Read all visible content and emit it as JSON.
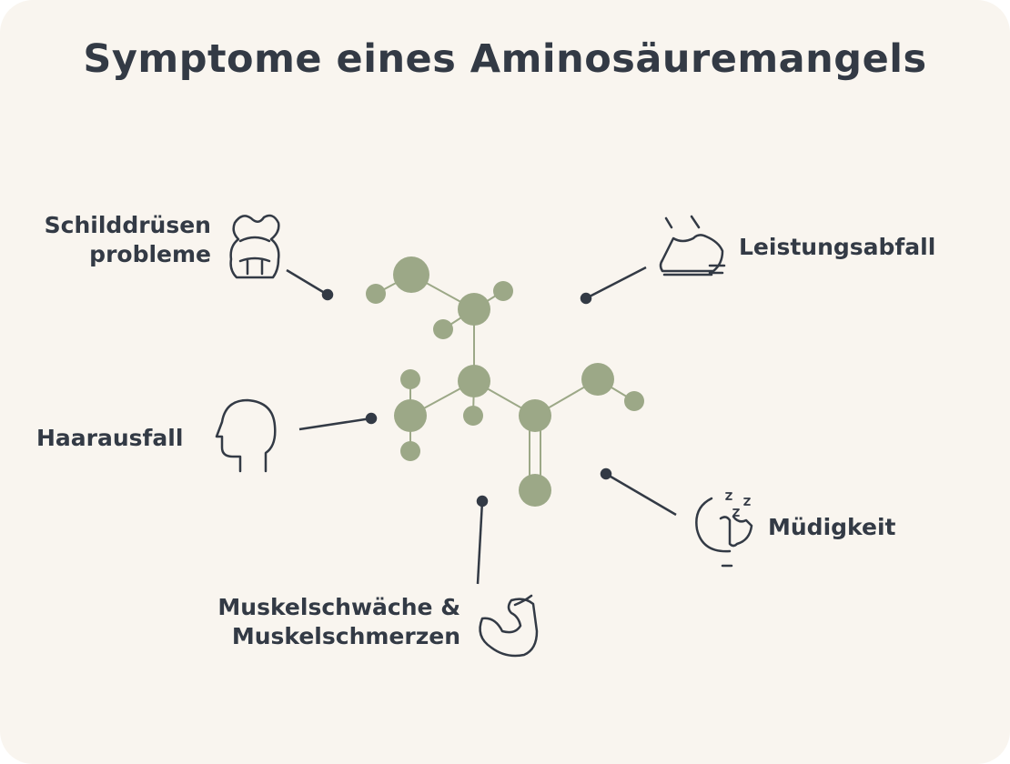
{
  "title": "Symptome eines Aminosäuremangels",
  "symptoms": {
    "thyroid": {
      "line1": "Schilddrüsen",
      "line2": "probleme",
      "icon": "thyroid-icon"
    },
    "performance": {
      "label": "Leistungsabfall",
      "icon": "running-shoe-icon"
    },
    "hair": {
      "label": "Haarausfall",
      "icon": "head-profile-icon"
    },
    "muscle": {
      "line1": "Muskelschwäche &",
      "line2": "Muskelschmerzen",
      "icon": "flexed-arm-icon"
    },
    "fatigue": {
      "label": "Müdigkeit",
      "icon": "sleeping-moon-icon"
    }
  },
  "colors": {
    "background": "#f9f5ef",
    "atom": "#9ca887",
    "text": "#333a45"
  }
}
